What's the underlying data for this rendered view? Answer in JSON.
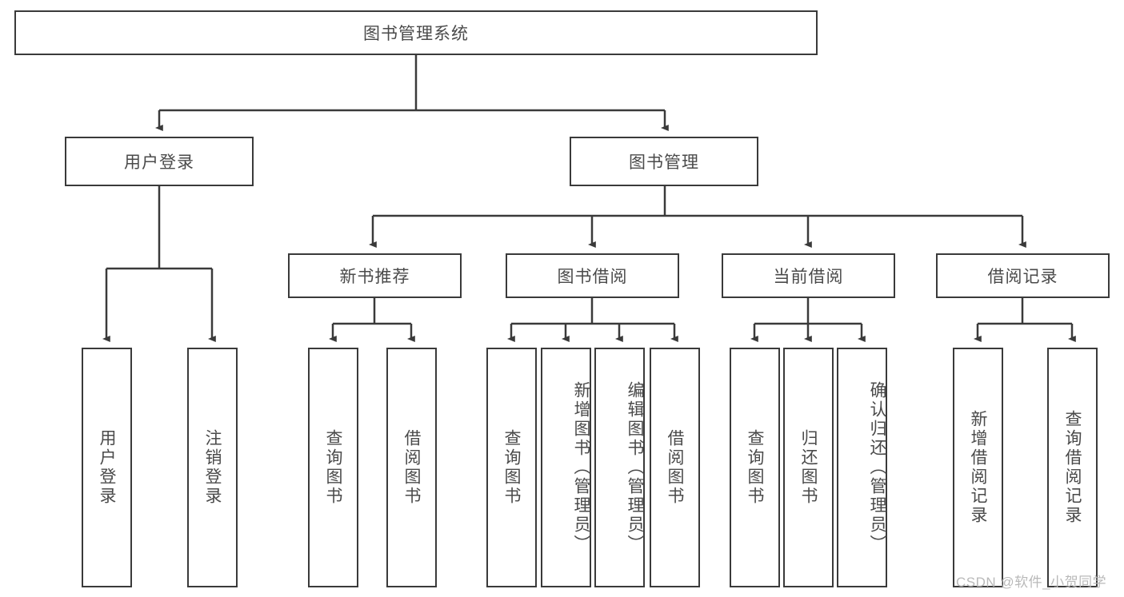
{
  "diagram": {
    "title": "图书管理系统",
    "type": "tree",
    "root": {
      "id": "root",
      "label": "图书管理系统"
    },
    "level2": [
      {
        "id": "user-login",
        "label": "用户登录"
      },
      {
        "id": "book-manage",
        "label": "图书管理"
      }
    ],
    "level3": [
      {
        "id": "new-book-rec",
        "label": "新书推荐"
      },
      {
        "id": "book-borrow",
        "label": "图书借阅"
      },
      {
        "id": "current-borrow",
        "label": "当前借阅"
      },
      {
        "id": "borrow-record",
        "label": "借阅记录"
      }
    ],
    "leaves": {
      "user_login": [
        {
          "id": "leaf-user-login",
          "label": "用户登录"
        },
        {
          "id": "leaf-logout",
          "label": "注销登录"
        }
      ],
      "new_book_rec": [
        {
          "id": "leaf-query-book-1",
          "label": "查询图书"
        },
        {
          "id": "leaf-borrow-book-1",
          "label": "借阅图书"
        }
      ],
      "book_borrow": [
        {
          "id": "leaf-query-book-2",
          "label": "查询图书"
        },
        {
          "id": "leaf-add-book",
          "label": "新增图书（管理员）"
        },
        {
          "id": "leaf-edit-book",
          "label": "编辑图书（管理员）"
        },
        {
          "id": "leaf-borrow-book-2",
          "label": "借阅图书"
        }
      ],
      "current_borrow": [
        {
          "id": "leaf-query-book-3",
          "label": "查询图书"
        },
        {
          "id": "leaf-return-book",
          "label": "归还图书"
        },
        {
          "id": "leaf-confirm-return",
          "label": "确认归还（管理员）"
        }
      ],
      "borrow_record": [
        {
          "id": "leaf-add-record",
          "label": "新增借阅记录"
        },
        {
          "id": "leaf-query-record",
          "label": "查询借阅记录"
        }
      ]
    }
  },
  "watermark": {
    "text": "CSDN @软件_小贺同学"
  },
  "colors": {
    "stroke": "#3a3a3a",
    "text": "#4a4a4a",
    "background": "#ffffff",
    "watermark": "#b9b9b9"
  }
}
